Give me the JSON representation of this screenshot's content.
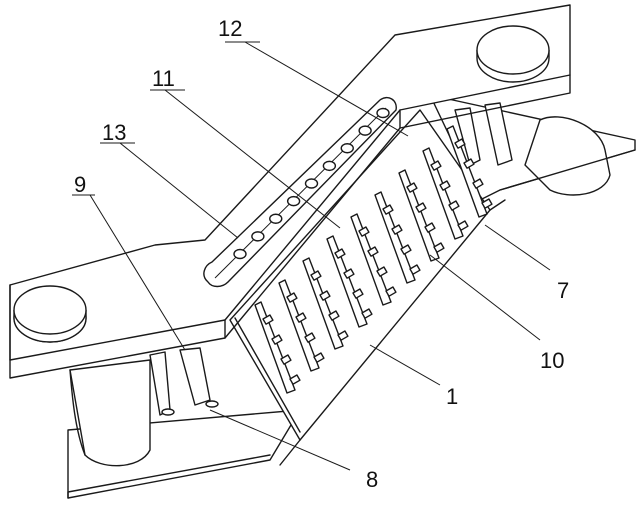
{
  "labels": {
    "l1": "1",
    "l7": "7",
    "l8": "8",
    "l9": "9",
    "l10": "10",
    "l11": "11",
    "l12": "12",
    "l13": "13"
  },
  "slot_holes": 9,
  "brush_rows": 9
}
